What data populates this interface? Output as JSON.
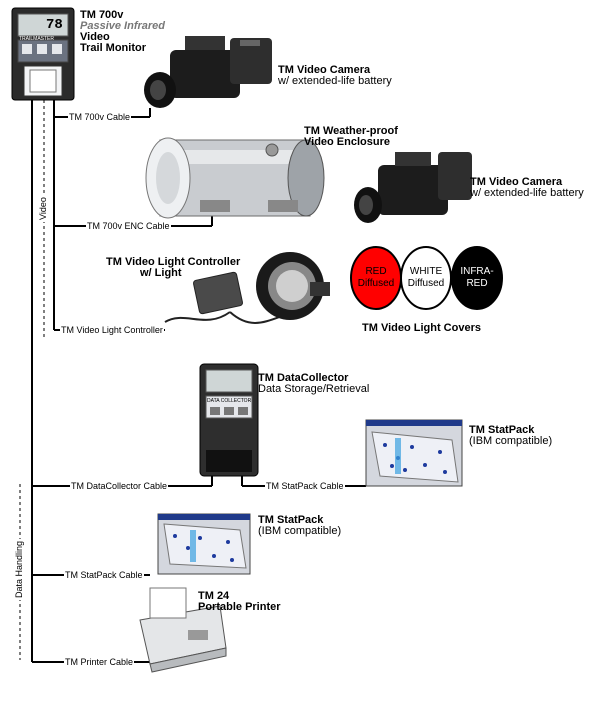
{
  "trail_monitor": {
    "title": "TM 700v",
    "subtitle": "Passive Infrared",
    "line2": "Video",
    "line3": "Trail Monitor",
    "display": "78",
    "brand": "TRAILMASTER"
  },
  "video_camera_1": {
    "title": "TM Video Camera",
    "sub": "w/ extended-life battery"
  },
  "enclosure": {
    "title_line1": "TM Weather-proof",
    "title_line2": "Video Enclosure"
  },
  "video_camera_2": {
    "title": "TM Video Camera",
    "sub": "w/ extended-life battery"
  },
  "light_controller": {
    "title_line1": "TM Video Light Controller",
    "title_line2": "w/ Light"
  },
  "covers": {
    "title": "TM Video Light Covers",
    "red": {
      "line1": "RED",
      "line2": "Diffused"
    },
    "white": {
      "line1": "WHITE",
      "line2": "Diffused"
    },
    "infrared": {
      "line1": "INFRA-",
      "line2": "RED"
    }
  },
  "data_collector": {
    "title": "TM DataCollector",
    "sub": "Data Storage/Retrieval",
    "panel_label": "DATA COLLECTOR"
  },
  "statpack_1": {
    "title": "TM StatPack",
    "sub": "(IBM compatible)"
  },
  "statpack_2": {
    "title": "TM StatPack",
    "sub": "(IBM compatible)"
  },
  "printer": {
    "title_line1": "TM 24",
    "title_line2": "Portable Printer"
  },
  "cables": {
    "c700v": "TM 700v Cable",
    "enc": "TM 700v ENC Cable",
    "light": "TM Video Light Controller",
    "datacollector": "TM DataCollector Cable",
    "statpack_a": "TM StatPack Cable",
    "statpack_b": "TM StatPack Cable",
    "printer": "TM Printer Cable"
  },
  "vertical_labels": {
    "video": "Video",
    "data_handling": "Data Handling"
  },
  "colors": {
    "red_cover": "#ff0000",
    "white_cover": "#ffffff",
    "ir_cover": "#000000"
  }
}
